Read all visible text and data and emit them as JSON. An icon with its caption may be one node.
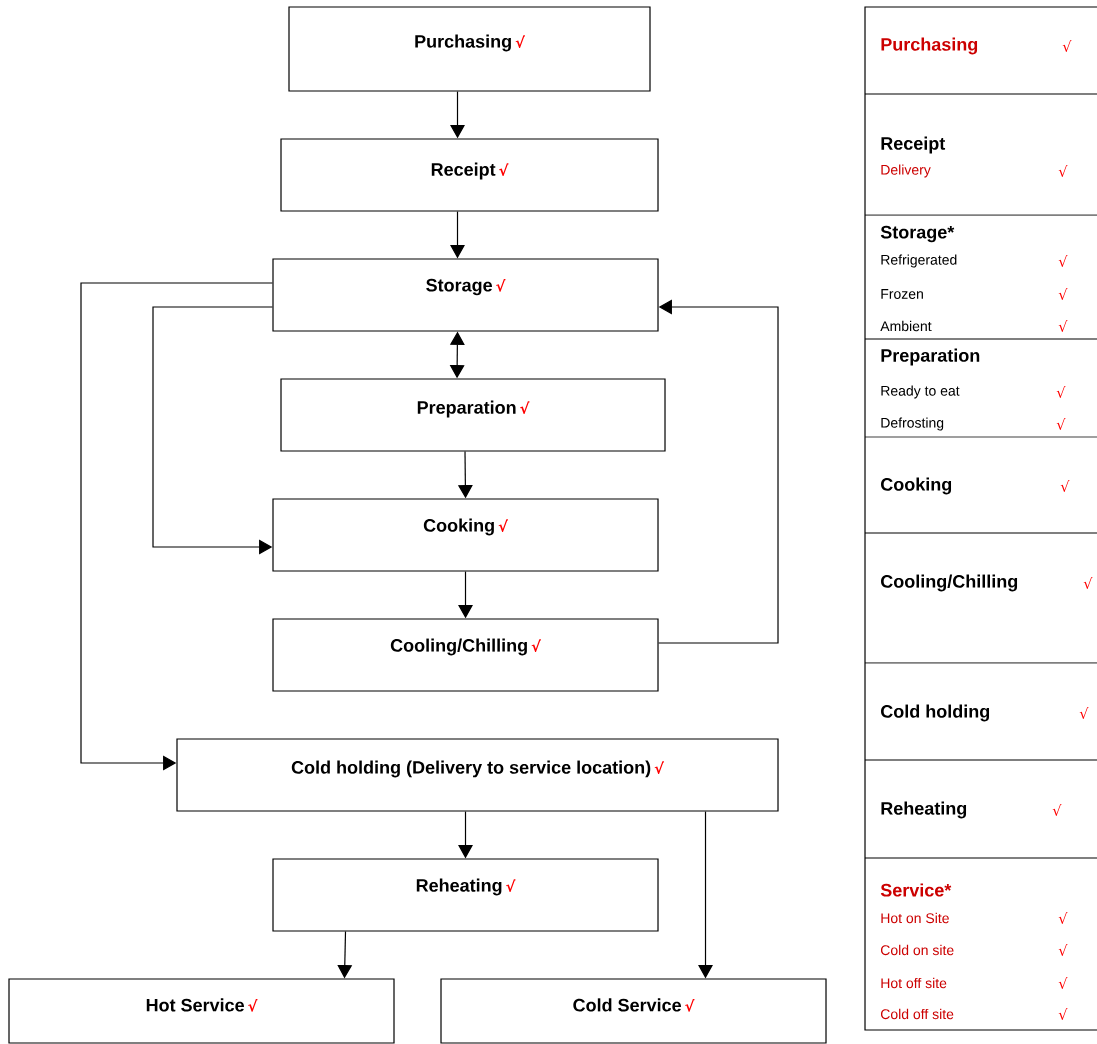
{
  "diagram": {
    "nodes": [
      {
        "text": [
          "Purchasing",
          "√"
        ]
      },
      {
        "text": [
          "Receipt",
          "√"
        ]
      },
      {
        "text": [
          "Storage",
          "√"
        ]
      },
      {
        "text": [
          "Preparation",
          "√"
        ]
      },
      {
        "text": [
          "Cooking",
          "√"
        ]
      },
      {
        "text": [
          "Cooling/Chilling",
          "√"
        ]
      },
      {
        "text": [
          "Cold holding (Delivery to service location)",
          "√"
        ]
      },
      {
        "text": [
          "Reheating",
          "√"
        ]
      },
      {
        "text": [
          "Hot Service",
          "√"
        ]
      },
      {
        "text": [
          "Cold Service",
          "√"
        ]
      }
    ],
    "edges": [
      {
        "from": 0,
        "to": 1,
        "arrow": "to"
      },
      {
        "from": 1,
        "to": 2,
        "arrow": "to"
      },
      {
        "from": 2,
        "to": 3,
        "arrow": "both"
      },
      {
        "from": 2,
        "to": 4,
        "arrow": "to"
      },
      {
        "from": 3,
        "to": 4,
        "arrow": "to"
      },
      {
        "from": 4,
        "to": 5,
        "arrow": "to"
      },
      {
        "from": 5,
        "to": 2,
        "arrow": "to"
      },
      {
        "from": 2,
        "to": 6,
        "arrow": "to"
      },
      {
        "from": 6,
        "to": 7,
        "arrow": "to"
      },
      {
        "from": 6,
        "to": 9,
        "arrow": "to"
      },
      {
        "from": 7,
        "to": 8,
        "arrow": "to"
      }
    ],
    "labels": [
      "Purchasing",
      "√",
      "Receipt",
      "Delivery",
      "√",
      "Storage*",
      "Refrigerated",
      "√",
      "Frozen",
      "√",
      "Ambient",
      "√",
      "Preparation",
      "Ready to eat",
      "√",
      "Defrosting",
      "√",
      "Cooking",
      "√",
      "Cooling/Chilling",
      "√",
      "Cold holding",
      "√",
      "Reheating",
      "√",
      "Service*",
      "Hot on Site",
      "√",
      "Cold on site",
      "√",
      "Hot off site",
      "√",
      "Cold off site",
      "√"
    ]
  }
}
